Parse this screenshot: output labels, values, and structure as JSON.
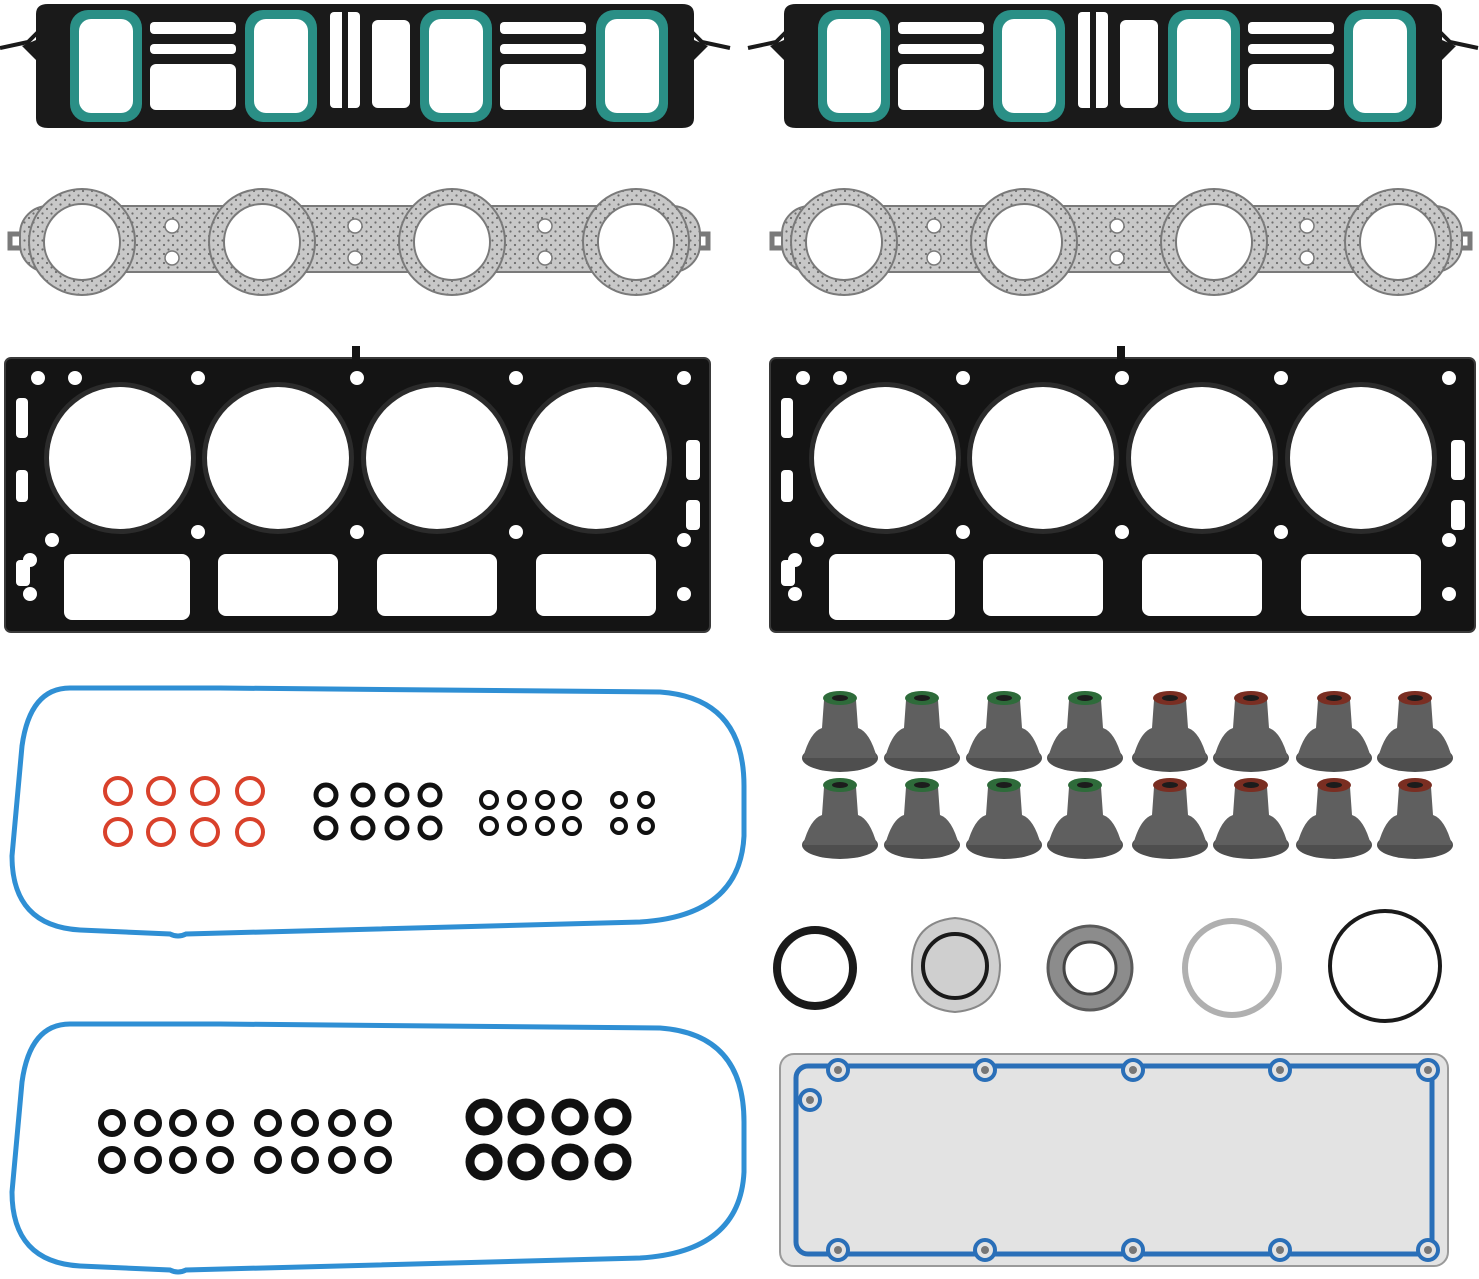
{
  "photo": {
    "background": "#ffffff",
    "colors": {
      "intake_carrier": "#1a1a1a",
      "intake_seal": "#2a8f86",
      "exhaust_face": "#c8c8c8",
      "exhaust_edge": "#7a7a7a",
      "head_gasket": "#141414",
      "head_gasket_edge": "#3a3a3a",
      "valve_cover_seal": "#2f8fd4",
      "oring_orange": "#d9412b",
      "oring_black": "#111111",
      "stem_seal_body": "#5f5f5f",
      "stem_seal_green": "#2e6b3a",
      "stem_seal_brown": "#7a2e22",
      "valley_plate": "#e3e3e3",
      "valley_seal": "#2a6fb8"
    },
    "parts": [
      "intake-manifold-gasket",
      "intake-manifold-gasket",
      "exhaust-manifold-gasket",
      "exhaust-manifold-gasket",
      "cylinder-head-gasket",
      "cylinder-head-gasket",
      "valve-cover-gasket",
      "valve-cover-gasket",
      "valve-stem-seal",
      "o-ring",
      "water-pump-seal",
      "thermostat-seal",
      "exhaust-donut",
      "exhaust-ring",
      "throttle-body-seal",
      "valley-cover-gasket"
    ]
  }
}
